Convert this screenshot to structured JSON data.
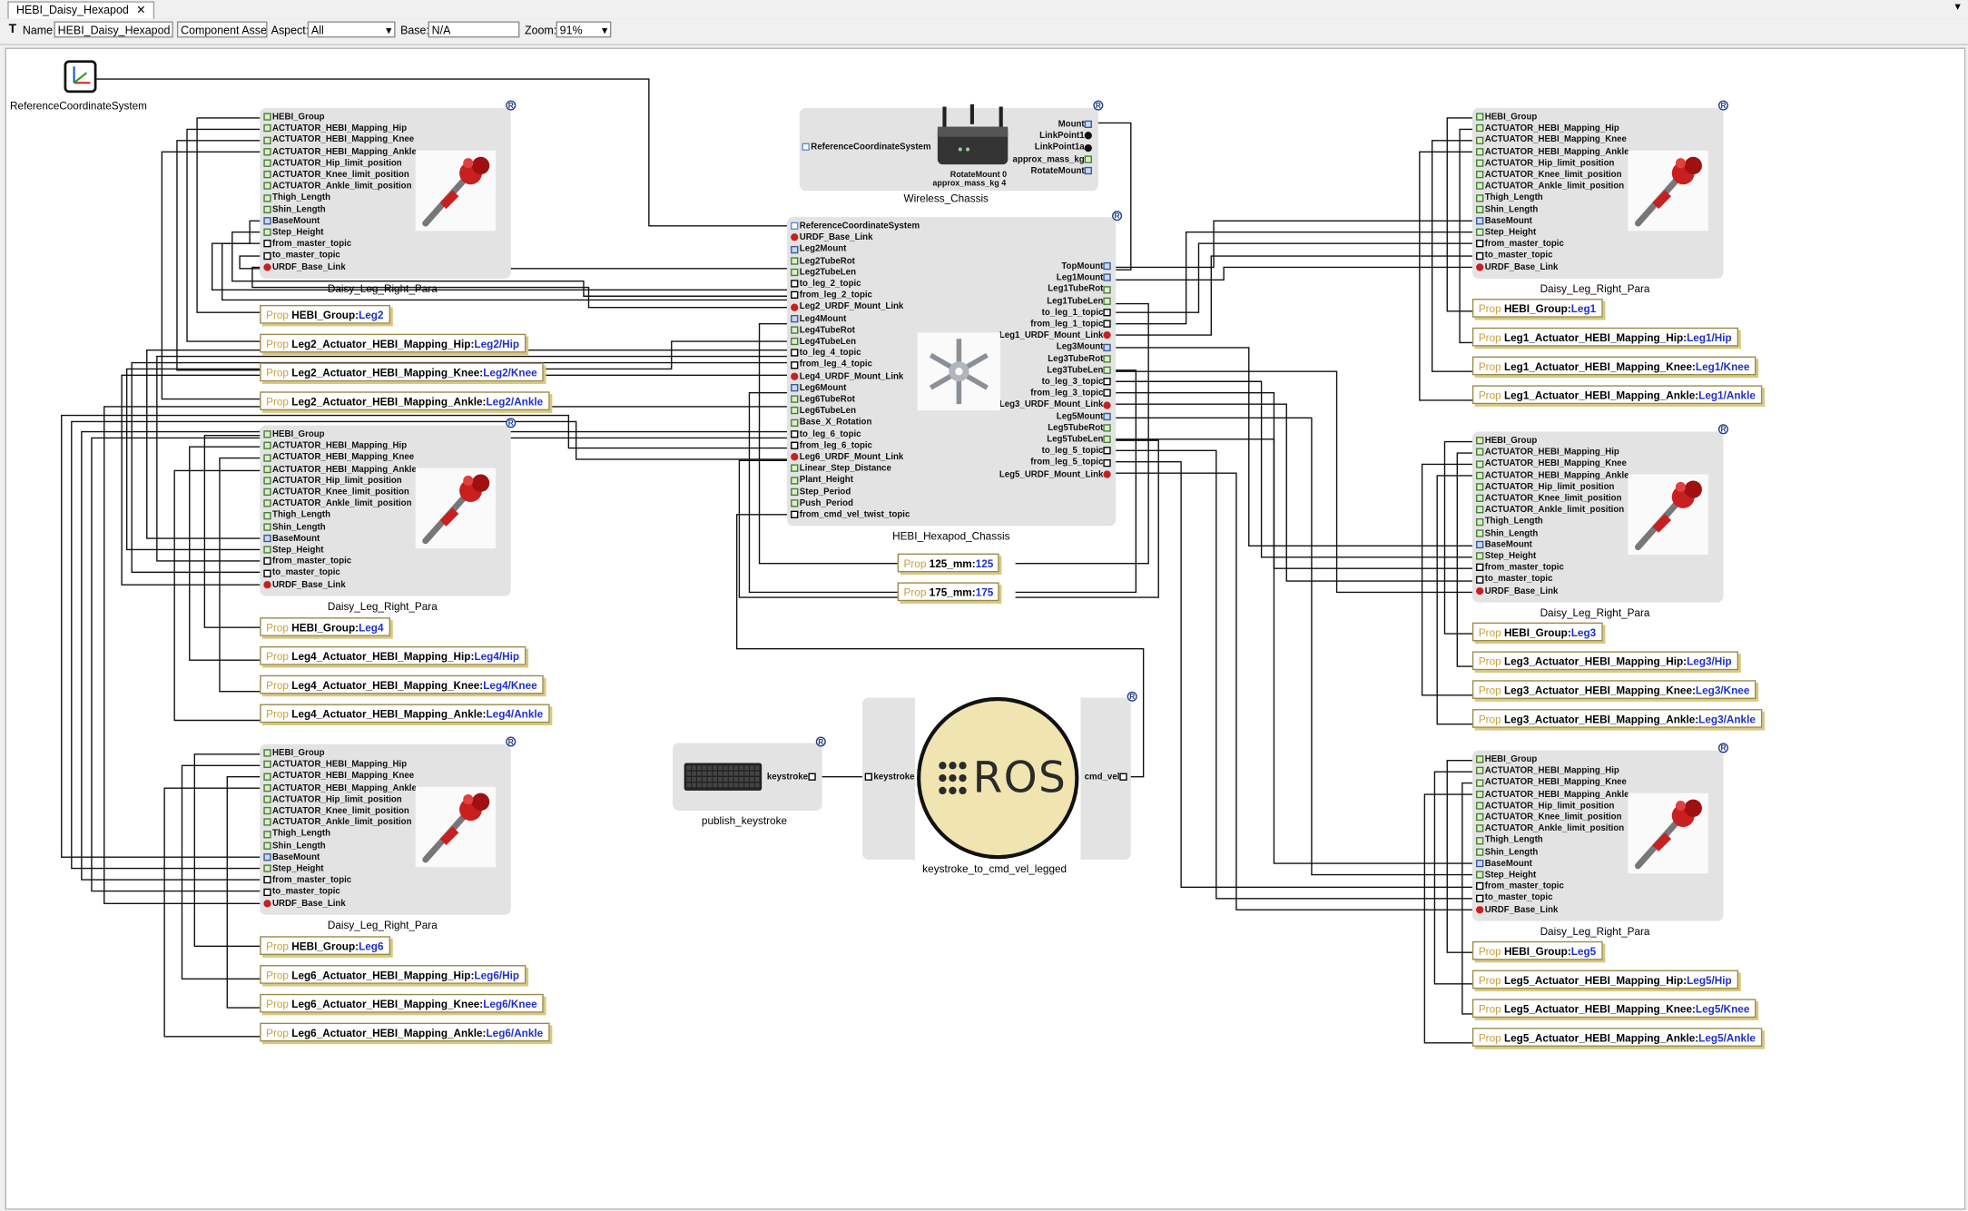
{
  "tab": {
    "title": "HEBI_Daisy_Hexapod",
    "close": "✕",
    "dropdown": "▾"
  },
  "toolbar": {
    "name_label": "Name:",
    "name_value": "HEBI_Daisy_Hexapod",
    "type_value": "Component Assembl",
    "aspect_label": "Aspect:",
    "aspect_value": "All",
    "base_label": "Base:",
    "base_value": "N/A",
    "zoom_label": "Zoom:",
    "zoom_value": "91%"
  },
  "ref_coord": {
    "label": "ReferenceCoordinateSystem"
  },
  "leg_ports": [
    "HEBI_Group",
    "ACTUATOR_HEBI_Mapping_Hip",
    "ACTUATOR_HEBI_Mapping_Knee",
    "ACTUATOR_HEBI_Mapping_Ankle",
    "ACTUATOR_Hip_limit_position",
    "ACTUATOR_Knee_limit_position",
    "ACTUATOR_Ankle_limit_position",
    "Thigh_Length",
    "Shin_Length",
    "BaseMount",
    "Step_Height",
    "from_master_topic",
    "to_master_topic",
    "URDF_Base_Link"
  ],
  "leg_component_name": "Daisy_Leg_Right_Para",
  "wireless": {
    "name": "Wireless_Chassis",
    "left_port": "ReferenceCoordinateSystem",
    "right_ports": [
      "Mount",
      "LinkPoint1",
      "LinkPoint1a",
      "approx_mass_kg",
      "RotateMount"
    ],
    "caption1": "RotateMount 0",
    "caption2": "approx_mass_kg 4"
  },
  "chassis": {
    "name": "HEBI_Hexapod_Chassis",
    "left_ports": [
      "ReferenceCoordinateSystem",
      "URDF_Base_Link",
      "Leg2Mount",
      "Leg2TubeRot",
      "Leg2TubeLen",
      "to_leg_2_topic",
      "from_leg_2_topic",
      "Leg2_URDF_Mount_Link",
      "Leg4Mount",
      "Leg4TubeRot",
      "Leg4TubeLen",
      "to_leg_4_topic",
      "from_leg_4_topic",
      "Leg4_URDF_Mount_Link",
      "Leg6Mount",
      "Leg6TubeRot",
      "Leg6TubeLen",
      "Base_X_Rotation",
      "to_leg_6_topic",
      "from_leg_6_topic",
      "Leg6_URDF_Mount_Link",
      "Linear_Step_Distance",
      "Plant_Height",
      "Step_Period",
      "Push_Period",
      "from_cmd_vel_twist_topic"
    ],
    "right_ports": [
      "TopMount",
      "Leg1Mount",
      "Leg1TubeRot",
      "Leg1TubeLen",
      "to_leg_1_topic",
      "from_leg_1_topic",
      "Leg1_URDF_Mount_Link",
      "Leg3Mount",
      "Leg3TubeRot",
      "Leg3TubeLen",
      "to_leg_3_topic",
      "from_leg_3_topic",
      "Leg3_URDF_Mount_Link",
      "Leg5Mount",
      "Leg5TubeRot",
      "Leg5TubeLen",
      "to_leg_5_topic",
      "from_leg_5_topic",
      "Leg5_URDF_Mount_Link"
    ]
  },
  "props": {
    "leg2": [
      {
        "k": "Prop",
        "n": "HEBI_Group",
        "v": "Leg2"
      },
      {
        "k": "Prop",
        "n": "Leg2_Actuator_HEBI_Mapping_Hip",
        "v": "Leg2/Hip"
      },
      {
        "k": "Prop",
        "n": "Leg2_Actuator_HEBI_Mapping_Knee",
        "v": "Leg2/Knee"
      },
      {
        "k": "Prop",
        "n": "Leg2_Actuator_HEBI_Mapping_Ankle",
        "v": "Leg2/Ankle"
      }
    ],
    "leg4": [
      {
        "k": "Prop",
        "n": "HEBI_Group",
        "v": "Leg4"
      },
      {
        "k": "Prop",
        "n": "Leg4_Actuator_HEBI_Mapping_Hip",
        "v": "Leg4/Hip"
      },
      {
        "k": "Prop",
        "n": "Leg4_Actuator_HEBI_Mapping_Knee",
        "v": "Leg4/Knee"
      },
      {
        "k": "Prop",
        "n": "Leg4_Actuator_HEBI_Mapping_Ankle",
        "v": "Leg4/Ankle"
      }
    ],
    "leg6": [
      {
        "k": "Prop",
        "n": "HEBI_Group",
        "v": "Leg6"
      },
      {
        "k": "Prop",
        "n": "Leg6_Actuator_HEBI_Mapping_Hip",
        "v": "Leg6/Hip"
      },
      {
        "k": "Prop",
        "n": "Leg6_Actuator_HEBI_Mapping_Knee",
        "v": "Leg6/Knee"
      },
      {
        "k": "Prop",
        "n": "Leg6_Actuator_HEBI_Mapping_Ankle",
        "v": "Leg6/Ankle"
      }
    ],
    "leg1": [
      {
        "k": "Prop",
        "n": "HEBI_Group",
        "v": "Leg1"
      },
      {
        "k": "Prop",
        "n": "Leg1_Actuator_HEBI_Mapping_Hip",
        "v": "Leg1/Hip"
      },
      {
        "k": "Prop",
        "n": "Leg1_Actuator_HEBI_Mapping_Knee",
        "v": "Leg1/Knee"
      },
      {
        "k": "Prop",
        "n": "Leg1_Actuator_HEBI_Mapping_Ankle",
        "v": "Leg1/Ankle"
      }
    ],
    "leg3": [
      {
        "k": "Prop",
        "n": "HEBI_Group",
        "v": "Leg3"
      },
      {
        "k": "Prop",
        "n": "Leg3_Actuator_HEBI_Mapping_Hip",
        "v": "Leg3/Hip"
      },
      {
        "k": "Prop",
        "n": "Leg3_Actuator_HEBI_Mapping_Knee",
        "v": "Leg3/Knee"
      },
      {
        "k": "Prop",
        "n": "Leg3_Actuator_HEBI_Mapping_Ankle",
        "v": "Leg3/Ankle"
      }
    ],
    "leg5": [
      {
        "k": "Prop",
        "n": "HEBI_Group",
        "v": "Leg5"
      },
      {
        "k": "Prop",
        "n": "Leg5_Actuator_HEBI_Mapping_Hip",
        "v": "Leg5/Hip"
      },
      {
        "k": "Prop",
        "n": "Leg5_Actuator_HEBI_Mapping_Knee",
        "v": "Leg5/Knee"
      },
      {
        "k": "Prop",
        "n": "Leg5_Actuator_HEBI_Mapping_Ankle",
        "v": "Leg5/Ankle"
      }
    ],
    "mm": [
      {
        "k": "Prop",
        "n": "125_mm",
        "v": "125"
      },
      {
        "k": "Prop",
        "n": "175_mm",
        "v": "175"
      }
    ]
  },
  "keyboard": {
    "name": "publish_keystroke",
    "port": "keystroke"
  },
  "ros": {
    "name": "keystroke_to_cmd_vel_legged",
    "left_port": "keystroke",
    "right_port": "cmd_vel",
    "logo": "ROS"
  },
  "badge_glyph": "R"
}
